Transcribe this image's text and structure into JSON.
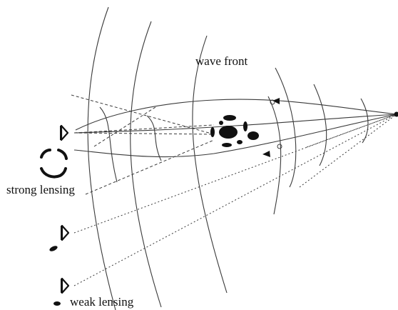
{
  "labels": {
    "wave_front": "wave front",
    "strong_lensing": "strong lensing",
    "weak_lensing": "weak lensing"
  },
  "colors": {
    "line": "#3a3a3a",
    "ink": "#111111",
    "background": "#ffffff"
  },
  "icons": [
    "observer-eye-icon",
    "lens-galaxy-cluster",
    "distorted-image-arc",
    "point-source"
  ]
}
